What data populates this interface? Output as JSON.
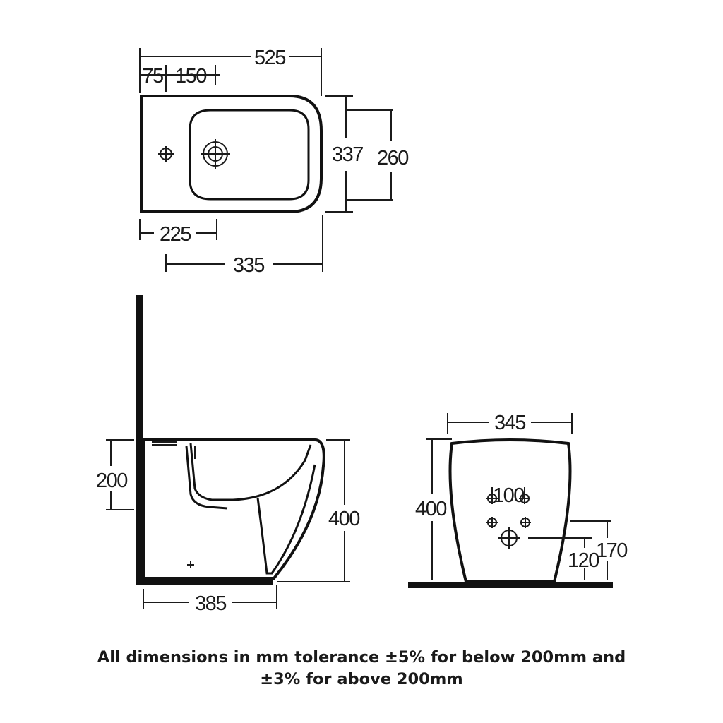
{
  "top_view": {
    "overall_length": "525",
    "offset_to_tap_hole": "75",
    "tap_to_waste": "150",
    "overall_width": "337",
    "bowl_width": "260",
    "front_to_tap_hole": "225",
    "front_to_bowl": "335"
  },
  "side_view": {
    "rim_to_waste": "200",
    "overall_height": "400",
    "wall_to_front": "385"
  },
  "back_view": {
    "back_width": "345",
    "height": "400",
    "fixing_centres": "100",
    "waste_height_a": "120",
    "waste_height_b": "170"
  },
  "footnote": {
    "line1": "All dimensions in mm tolerance ±5% for below 200mm and",
    "line2": "±3% for above 200mm"
  }
}
